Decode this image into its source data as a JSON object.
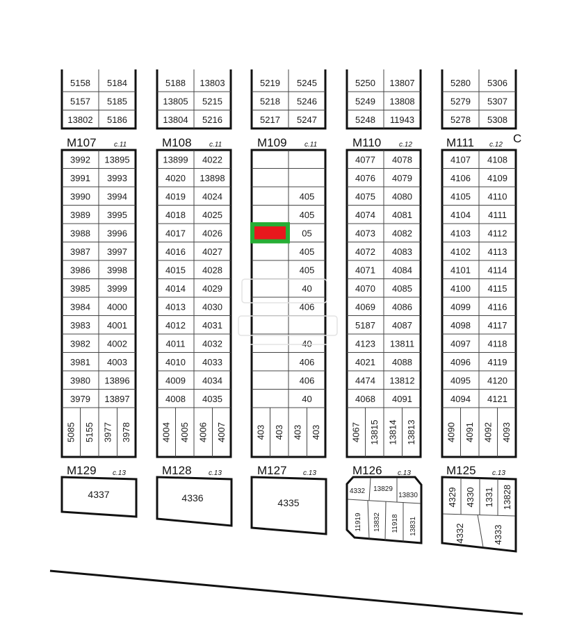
{
  "corner_letter": "C",
  "top_blocks": [
    {
      "rows": [
        [
          "5158",
          "5184"
        ],
        [
          "5157",
          "5185"
        ],
        [
          "13802",
          "5186"
        ]
      ]
    },
    {
      "rows": [
        [
          "5188",
          "13803"
        ],
        [
          "13805",
          "5215"
        ],
        [
          "13804",
          "5216"
        ]
      ]
    },
    {
      "rows": [
        [
          "5219",
          "5245"
        ],
        [
          "5218",
          "5246"
        ],
        [
          "5217",
          "5247"
        ]
      ]
    },
    {
      "rows": [
        [
          "5250",
          "13807"
        ],
        [
          "5249",
          "13808"
        ],
        [
          "5248",
          "11943"
        ]
      ]
    },
    {
      "rows": [
        [
          "5280",
          "5306"
        ],
        [
          "5279",
          "5307"
        ],
        [
          "5278",
          "5308"
        ]
      ]
    }
  ],
  "blocks": [
    {
      "label": "M107",
      "sheet": "c.11",
      "rows": [
        [
          "3992",
          "13895"
        ],
        [
          "3991",
          "3993"
        ],
        [
          "3990",
          "3994"
        ],
        [
          "3989",
          "3995"
        ],
        [
          "3988",
          "3996"
        ],
        [
          "3987",
          "3997"
        ],
        [
          "3986",
          "3998"
        ],
        [
          "3985",
          "3999"
        ],
        [
          "3984",
          "4000"
        ],
        [
          "3983",
          "4001"
        ],
        [
          "3982",
          "4002"
        ],
        [
          "3981",
          "4003"
        ],
        [
          "3980",
          "13896"
        ],
        [
          "3979",
          "13897"
        ]
      ],
      "bottom": [
        "5085",
        "5155",
        "3977",
        "3978"
      ]
    },
    {
      "label": "M108",
      "sheet": "c.11",
      "rows": [
        [
          "13899",
          "4022"
        ],
        [
          "4020",
          "13898"
        ],
        [
          "4019",
          "4024"
        ],
        [
          "4018",
          "4025"
        ],
        [
          "4017",
          "4026"
        ],
        [
          "4016",
          "4027"
        ],
        [
          "4015",
          "4028"
        ],
        [
          "4014",
          "4029"
        ],
        [
          "4013",
          "4030"
        ],
        [
          "4012",
          "4031"
        ],
        [
          "4011",
          "4032"
        ],
        [
          "4010",
          "4033"
        ],
        [
          "4009",
          "4034"
        ],
        [
          "4008",
          "4035"
        ]
      ],
      "bottom": [
        "4004",
        "4005",
        "4006",
        "4007"
      ]
    },
    {
      "label": "M109",
      "sheet": "c.11",
      "rows": [
        [
          "",
          ""
        ],
        [
          "",
          ""
        ],
        [
          "",
          "405"
        ],
        [
          "",
          "405"
        ],
        [
          "",
          "05"
        ],
        [
          "",
          "405"
        ],
        [
          "",
          "405"
        ],
        [
          "",
          "40"
        ],
        [
          "",
          "406"
        ],
        [
          "",
          ""
        ],
        [
          "",
          "40"
        ],
        [
          "",
          "406"
        ],
        [
          "",
          "406"
        ],
        [
          "",
          "40"
        ]
      ],
      "bottom": [
        "403",
        "403",
        "403",
        "403"
      ]
    },
    {
      "label": "M110",
      "sheet": "c.12",
      "rows": [
        [
          "4077",
          "4078"
        ],
        [
          "4076",
          "4079"
        ],
        [
          "4075",
          "4080"
        ],
        [
          "4074",
          "4081"
        ],
        [
          "4073",
          "4082"
        ],
        [
          "4072",
          "4083"
        ],
        [
          "4071",
          "4084"
        ],
        [
          "4070",
          "4085"
        ],
        [
          "4069",
          "4086"
        ],
        [
          "5187",
          "4087"
        ],
        [
          "4123",
          "13811"
        ],
        [
          "4021",
          "4088"
        ],
        [
          "4474",
          "13812"
        ],
        [
          "4068",
          "4091"
        ]
      ],
      "bottom": [
        "4067",
        "13815",
        "13814",
        "13813"
      ]
    },
    {
      "label": "M111",
      "sheet": "c.12",
      "rows": [
        [
          "4107",
          "4108"
        ],
        [
          "4106",
          "4109"
        ],
        [
          "4105",
          "4110"
        ],
        [
          "4104",
          "4111"
        ],
        [
          "4103",
          "4112"
        ],
        [
          "4102",
          "4113"
        ],
        [
          "4101",
          "4114"
        ],
        [
          "4100",
          "4115"
        ],
        [
          "4099",
          "4116"
        ],
        [
          "4098",
          "4117"
        ],
        [
          "4097",
          "4118"
        ],
        [
          "4096",
          "4119"
        ],
        [
          "4095",
          "4120"
        ],
        [
          "4094",
          "4121"
        ]
      ],
      "bottom": [
        "4090",
        "4091",
        "4092",
        "4093"
      ]
    }
  ],
  "lower_blocks": [
    {
      "label": "M129",
      "sheet": "c.13",
      "lots": [
        "4337"
      ]
    },
    {
      "label": "M128",
      "sheet": "c.13",
      "lots": [
        "4336"
      ]
    },
    {
      "label": "M127",
      "sheet": "c.13",
      "lots": [
        "4335"
      ]
    },
    {
      "label": "M126",
      "sheet": "c.13",
      "lots": [
        "4332",
        "13829",
        "13830",
        "11919",
        "13832",
        "11918",
        "13831"
      ]
    },
    {
      "label": "M125",
      "sheet": "c.13",
      "lots": [
        "4329",
        "4330",
        "1331",
        "13828",
        "4332",
        "4333"
      ]
    }
  ],
  "highlight": {
    "block": "M109",
    "row": 4,
    "col": 0,
    "fill_color": "#e8181d",
    "frame_color": "#27ae35"
  }
}
